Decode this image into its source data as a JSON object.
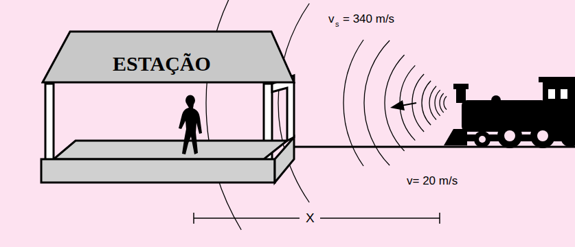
{
  "diagram": {
    "nodes": [
      {
        "text": [
          "ESTAÇÃO"
        ]
      }
    ],
    "labels": [
      "v",
      "s",
      "= 340 m/s",
      "v= 20 m/s",
      "X"
    ]
  }
}
